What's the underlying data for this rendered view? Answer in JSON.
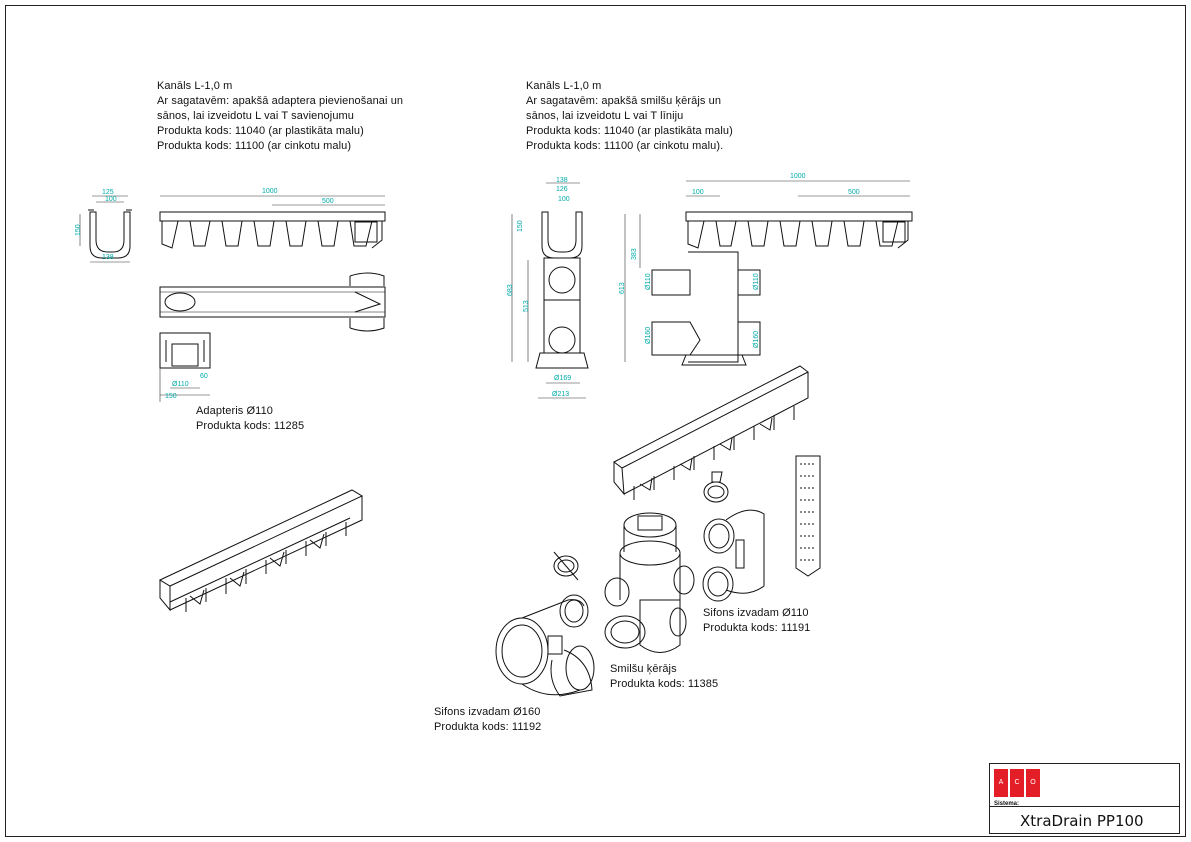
{
  "texts": {
    "kanals_left": "Kanāls L-1,0 m\nAr sagatavēm: apakšā adaptera pievienošanai un\nsānos, lai izveidotu L vai T savienojumu\nProdukta kods: 11040 (ar plastikāta malu)\nProdukta kods: 11100 (ar cinkotu malu)",
    "kanals_right": "Kanāls L-1,0 m\nAr sagatavēm: apakšā smilšu ķērājs un\nsānos, lai izveidotu L vai T līniju\nProdukta kods: 11040 (ar plastikāta malu)\nProdukta kods: 11100 (ar cinkotu malu).",
    "adapteris": "Adapteris Ø110\nProdukta kods: 11285",
    "sifons110": "Sifons izvadam Ø110\nProdukta kods: 11191",
    "smilsu": "Smilšu ķērājs\nProdukta kods: 11385",
    "sifons160": "Sifons izvadam Ø160\nProdukta kods: 11192"
  },
  "dimensions": {
    "d1000_left": "1000",
    "d500_left": "500",
    "d125": "125",
    "d100": "100",
    "d138": "138",
    "d150": "150",
    "d110": "Ø110",
    "d150b": "150",
    "d60": "60",
    "d138r": "138",
    "d126r": "126",
    "d100r": "100",
    "d150r": "150",
    "d683": "683",
    "d513": "513",
    "d169": "Ø169",
    "d213": "Ø213",
    "d1000_right": "1000",
    "d100_right": "100",
    "d500_right": "500",
    "d383": "383",
    "d613": "613",
    "d110a": "Ø110",
    "d110b": "Ø110",
    "d160a": "Ø160",
    "d160b": "Ø160"
  },
  "title_block": {
    "logo_letters": [
      "A",
      "C",
      "O"
    ],
    "system_label": "Sistema:",
    "system_name": "XtraDrain PP100",
    "brand_color": "#e41e26"
  }
}
